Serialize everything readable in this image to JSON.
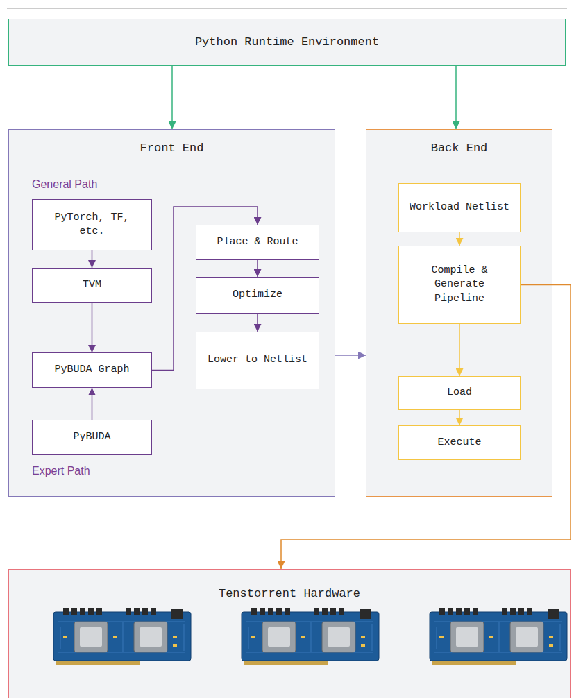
{
  "diagram": {
    "nodes": [
      {
        "text": [
          "Python Runtime Environment"
        ]
      },
      {
        "text": [
          "Front End"
        ]
      },
      {
        "text": [
          "PyTorch, TF, etc."
        ],
        "in": 1
      },
      {
        "text": [
          "TVM"
        ],
        "in": 1
      },
      {
        "text": [
          "PyBUDA Graph"
        ],
        "in": 1
      },
      {
        "text": [
          "PyBUDA"
        ],
        "in": 1
      },
      {
        "text": [
          "Place & Route"
        ],
        "in": 1
      },
      {
        "text": [
          "Optimize"
        ],
        "in": 1
      },
      {
        "text": [
          "Lower to Netlist"
        ],
        "in": 1
      },
      {
        "text": [
          "Back End"
        ]
      },
      {
        "text": [
          "Workload Netlist"
        ],
        "in": 9
      },
      {
        "text": [
          "Compile & Generate Pipeline"
        ],
        "in": 9
      },
      {
        "text": [
          "Load"
        ],
        "in": 9
      },
      {
        "text": [
          "Execute"
        ],
        "in": 9
      },
      {
        "text": [
          "Tenstorrent Hardware"
        ]
      }
    ],
    "edges": [
      {
        "from": 0,
        "to": 1,
        "arrow": "to"
      },
      {
        "from": 0,
        "to": 9,
        "arrow": "to"
      },
      {
        "from": 2,
        "to": 3,
        "arrow": "to"
      },
      {
        "from": 3,
        "to": 4,
        "arrow": "to"
      },
      {
        "from": 5,
        "to": 4,
        "arrow": "to"
      },
      {
        "from": 4,
        "to": 6,
        "arrow": "to"
      },
      {
        "from": 6,
        "to": 7,
        "arrow": "to"
      },
      {
        "from": 7,
        "to": 8,
        "arrow": "to"
      },
      {
        "from": 1,
        "to": 9,
        "arrow": "to"
      },
      {
        "from": 10,
        "to": 11,
        "arrow": "to"
      },
      {
        "from": 11,
        "to": 12,
        "arrow": "to"
      },
      {
        "from": 12,
        "to": 13,
        "arrow": "to"
      },
      {
        "from": 11,
        "to": 14,
        "arrow": "to"
      }
    ],
    "labels": [
      "General Path",
      "Expert Path"
    ]
  }
}
